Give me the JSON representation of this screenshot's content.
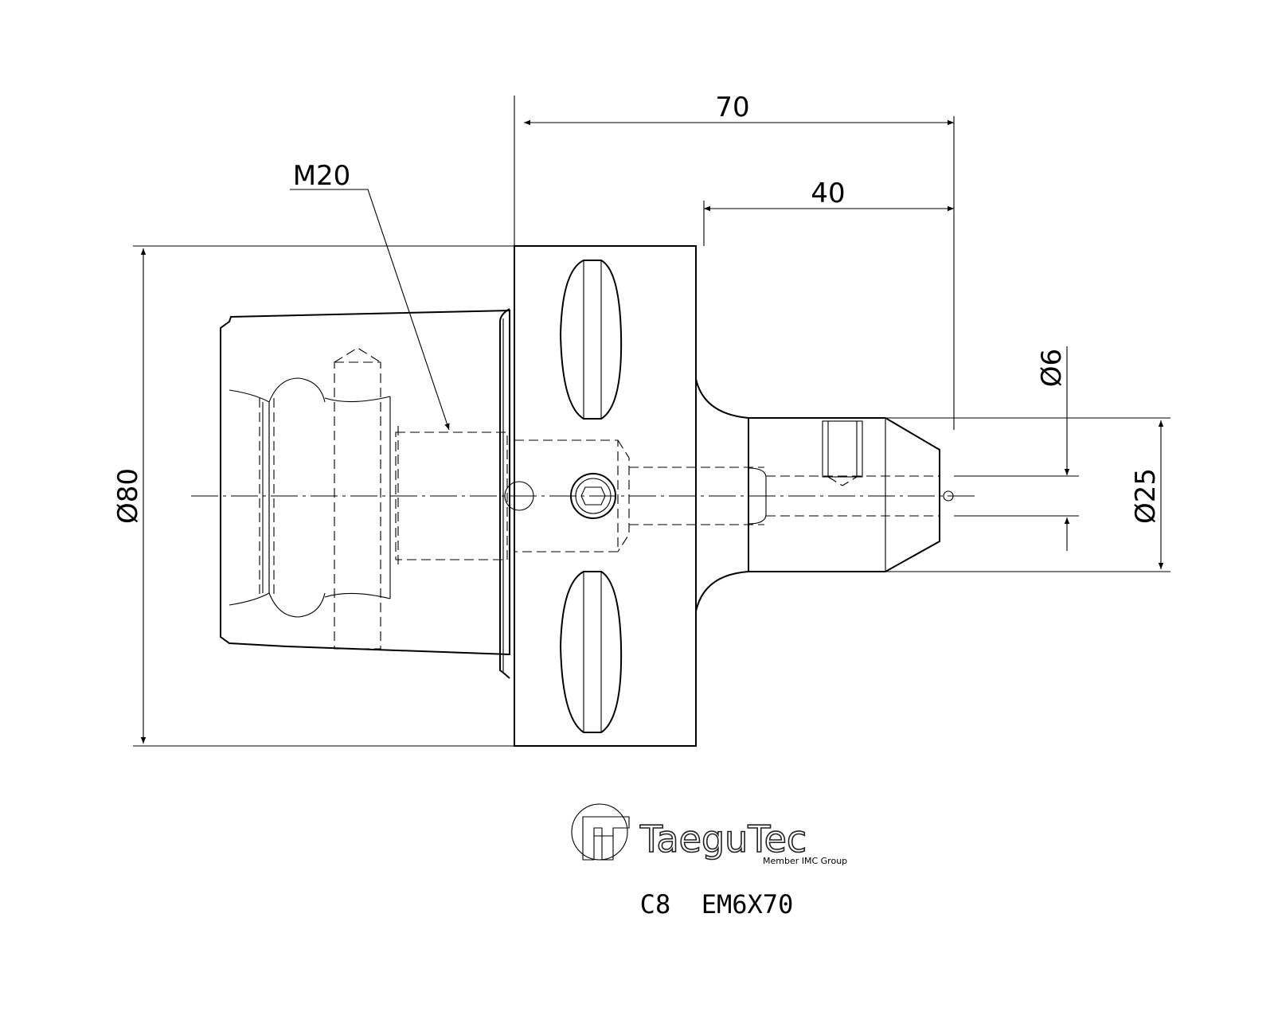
{
  "dimensions": {
    "overall_length": "70",
    "shank_length": "40",
    "thread": "M20",
    "flange_diameter": "Ø80",
    "shank_diameter": "Ø25",
    "bore_diameter": "Ø6"
  },
  "logo": {
    "brand": "TaeguTec",
    "tagline": "Member IMC Group"
  },
  "part_number": "C8  EM6X70"
}
